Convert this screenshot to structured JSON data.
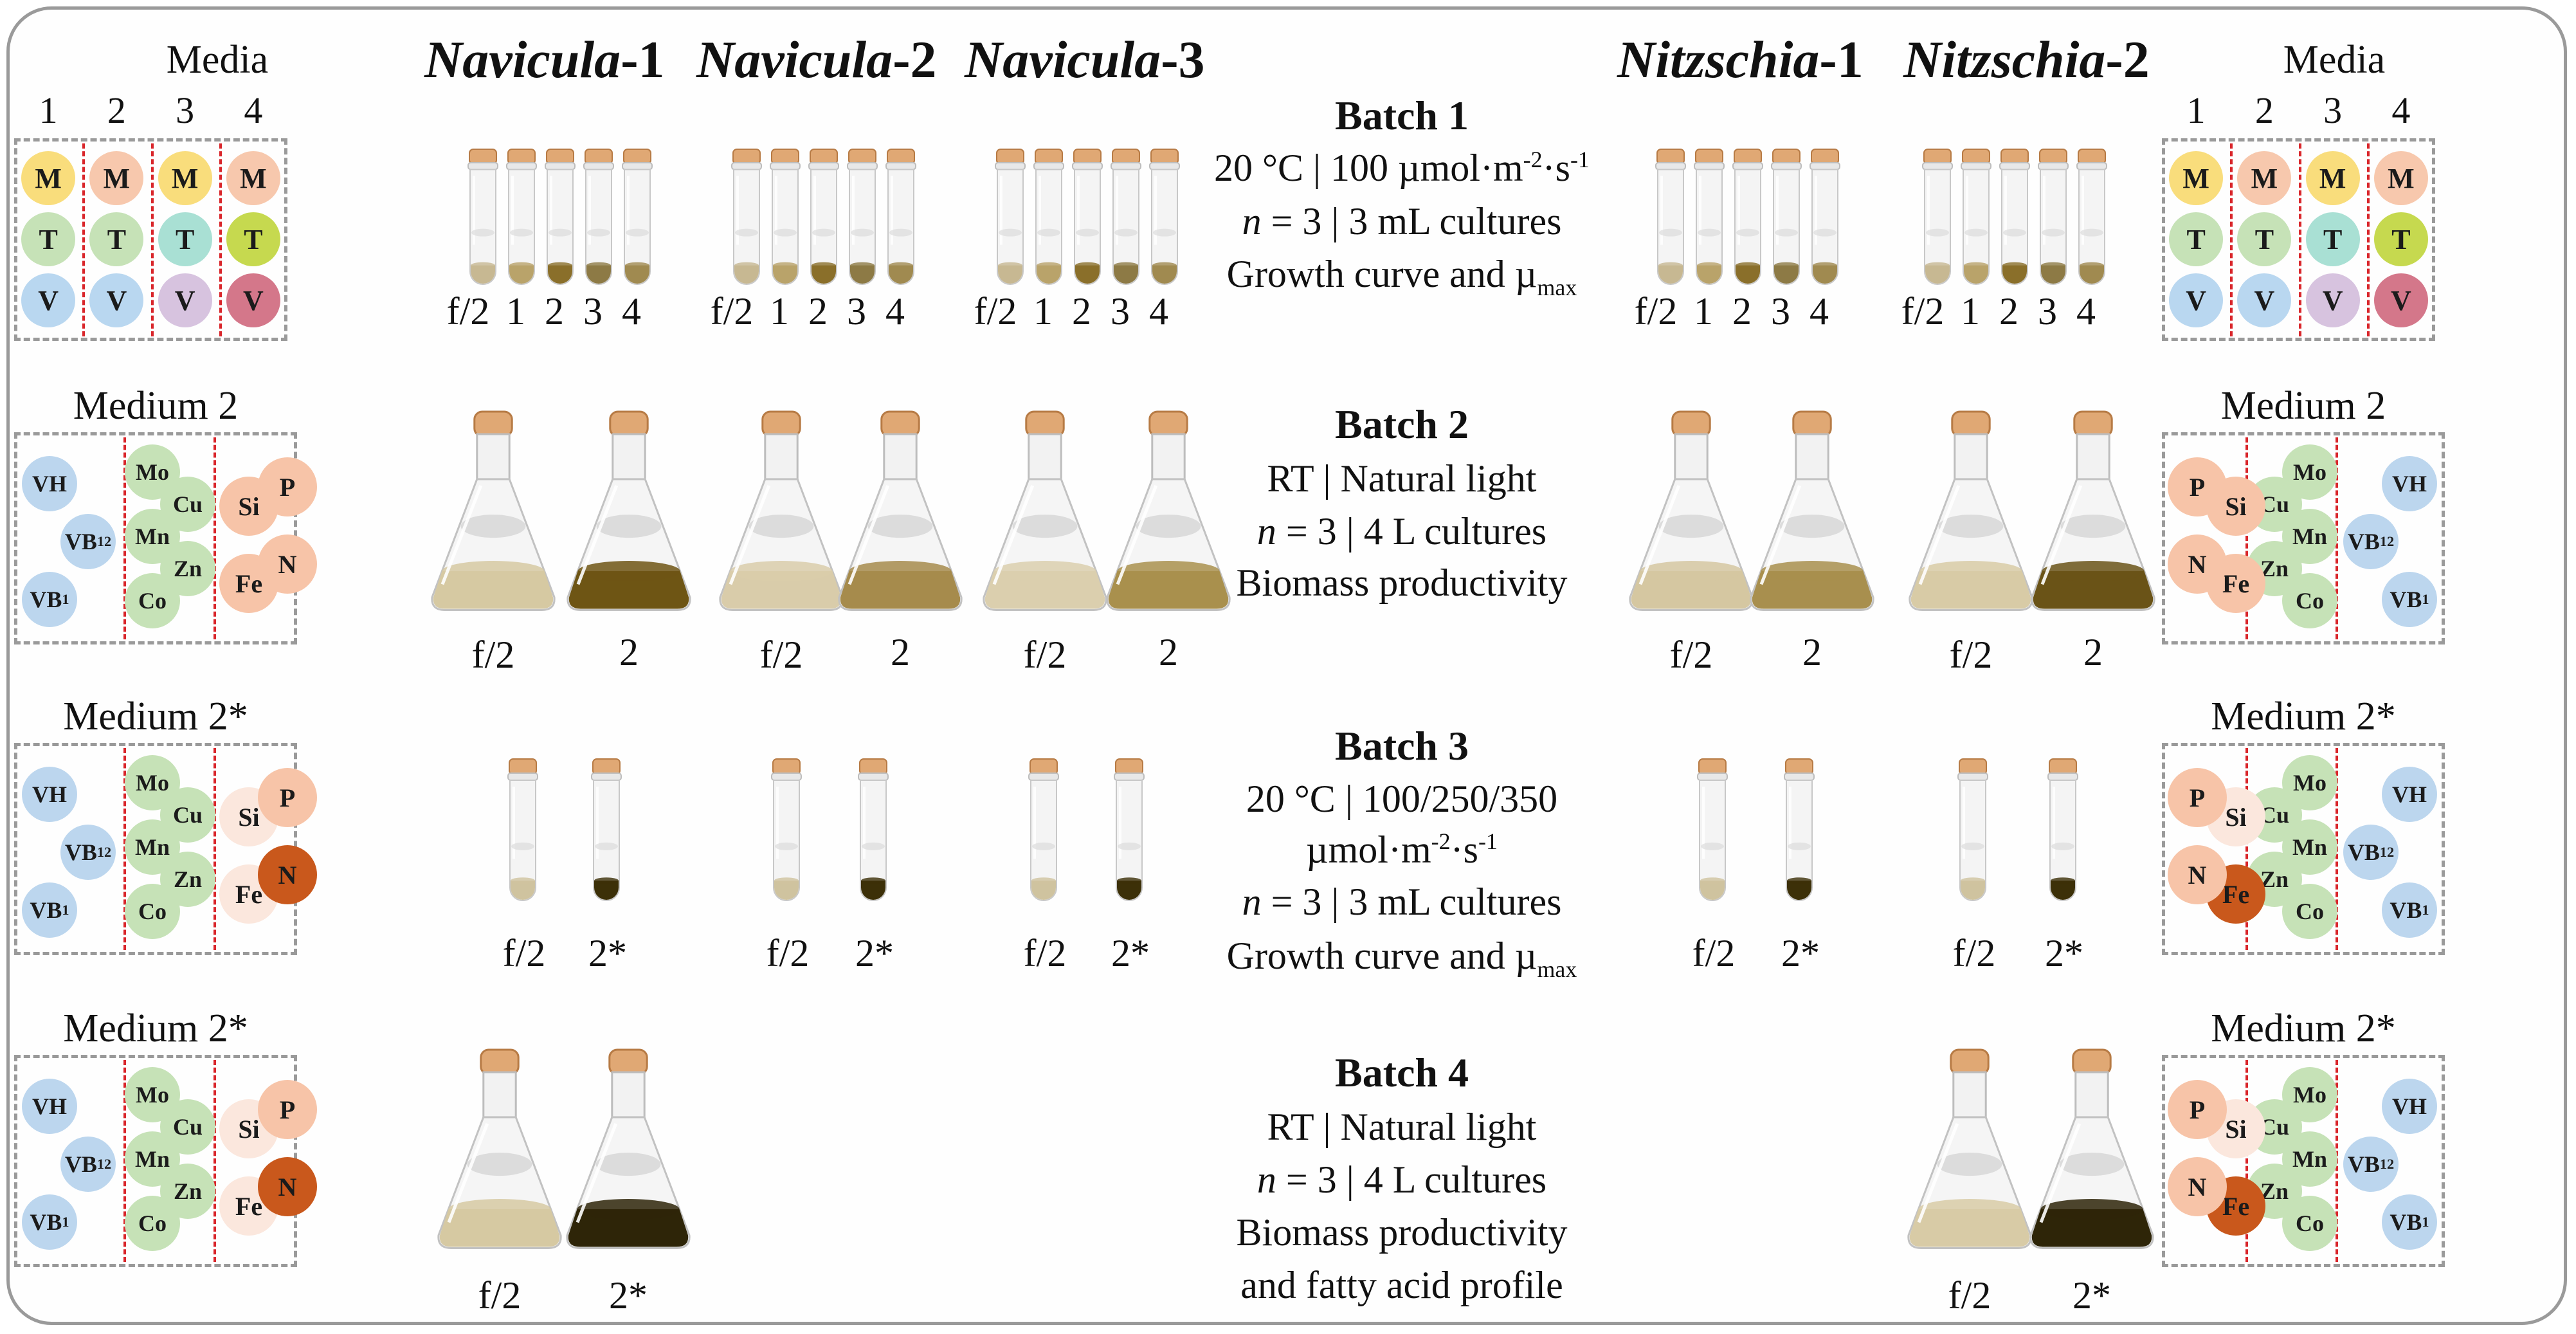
{
  "colors": {
    "M_yellow": "#f9dd7c",
    "M_orange": "#f7c8ad",
    "T_green": "#c6e2b7",
    "T_teal": "#a9e0d4",
    "T_lime": "#c6d94f",
    "V_blue": "#b9d7f0",
    "V_purple": "#d7c3df",
    "V_red": "#d4778a",
    "vit_blue": "#bcd6ee",
    "trace_green": "#c6e2b7",
    "macro_orange": "#f7c4a8",
    "macro_pale": "#fbe7dd",
    "macro_dark": "#c9581c",
    "separator_red": "#d9262b",
    "frame_gray": "#9a9a9a",
    "cork": "#e0a874"
  },
  "species": [
    {
      "name": "Navicula",
      "suffix": "-1"
    },
    {
      "name": "Navicula",
      "suffix": "-2"
    },
    {
      "name": "Navicula",
      "suffix": "-3"
    },
    {
      "name": "Nitzschia",
      "suffix": "-1"
    },
    {
      "name": "Nitzschia",
      "suffix": "-2"
    }
  ],
  "media_header": {
    "title": "Media",
    "columns": [
      "1",
      "2",
      "3",
      "4"
    ],
    "rows": [
      [
        {
          "t": "M",
          "c": "M_yellow"
        },
        {
          "t": "M",
          "c": "M_orange"
        },
        {
          "t": "M",
          "c": "M_yellow"
        },
        {
          "t": "M",
          "c": "M_orange"
        }
      ],
      [
        {
          "t": "T",
          "c": "T_green"
        },
        {
          "t": "T",
          "c": "T_green"
        },
        {
          "t": "T",
          "c": "T_teal"
        },
        {
          "t": "T",
          "c": "T_lime"
        }
      ],
      [
        {
          "t": "V",
          "c": "V_blue"
        },
        {
          "t": "V",
          "c": "V_blue"
        },
        {
          "t": "V",
          "c": "V_purple"
        },
        {
          "t": "V",
          "c": "V_red"
        }
      ]
    ]
  },
  "components": {
    "vitamins": [
      "VH",
      "VB12",
      "VB1"
    ],
    "trace": [
      "Mo",
      "Cu",
      "Mn",
      "Zn",
      "Co"
    ],
    "macro": [
      "Si",
      "P",
      "Fe",
      "N"
    ]
  },
  "medium_titles": {
    "batch2": "Medium 2",
    "batch3": "Medium 2*",
    "batch4": "Medium 2*"
  },
  "batches": [
    {
      "title": "Batch 1",
      "lines": [
        "20 °C | 100 µmol·m−2·s−1",
        "n = 3 | 3 mL cultures",
        "Growth curve and µmax"
      ],
      "labels": [
        "f/2",
        "1",
        "2",
        "3",
        "4"
      ]
    },
    {
      "title": "Batch 2",
      "lines": [
        "RT | Natural light",
        "n = 3 | 4 L cultures",
        "Biomass productivity"
      ],
      "labels": [
        "f/2",
        "2"
      ]
    },
    {
      "title": "Batch 3",
      "lines": [
        "20 °C | 100/250/350",
        "µmol·m−2·s−1",
        "n = 3 | 3 mL cultures",
        "Growth curve and µmax"
      ],
      "labels": [
        "f/2",
        "2*"
      ]
    },
    {
      "title": "Batch 4",
      "lines": [
        "RT | Natural light",
        "n = 3 | 4 L cultures",
        "Biomass productivity",
        "and fatty acid profile"
      ],
      "labels": [
        "f/2",
        "2*"
      ]
    }
  ]
}
